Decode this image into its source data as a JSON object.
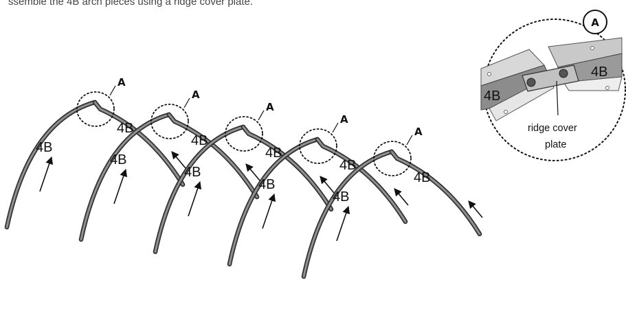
{
  "caption": "ssemble the 4B arch pieces using a ridge cover plate.",
  "labels": {
    "arch_piece": "4B",
    "detail_marker": "A",
    "callout_line1": "ridge cover",
    "callout_line2": "plate"
  },
  "arch_count": 5,
  "colors": {
    "tube": "#6f6f6f",
    "tube_highlight": "#b0b0b0",
    "stroke": "#111111"
  }
}
